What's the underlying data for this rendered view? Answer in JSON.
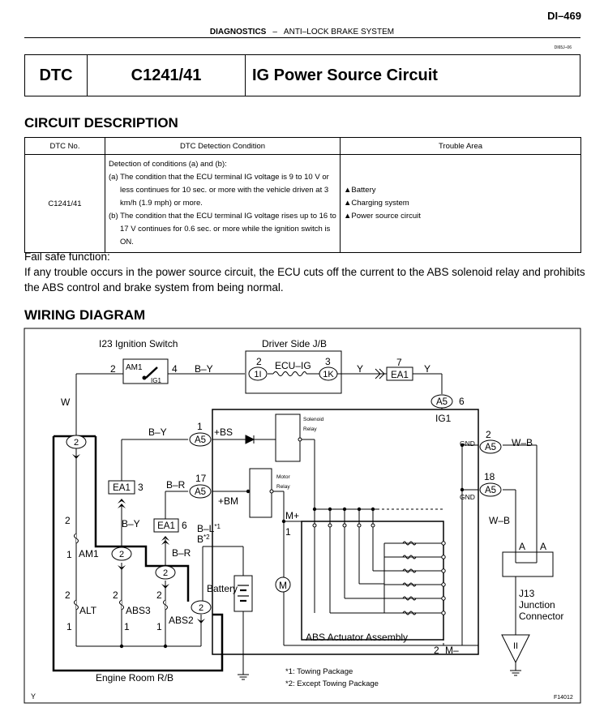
{
  "header": {
    "page_number": "DI–469",
    "section": "DIAGNOSTICS",
    "separator": "–",
    "subsection": "ANTI–LOCK BRAKE SYSTEM",
    "doc_id": "DI65J–06"
  },
  "dtc_box": {
    "label": "DTC",
    "code": "C1241/41",
    "title": "IG Power Source Circuit"
  },
  "circuit_description": {
    "heading": "CIRCUIT DESCRIPTION",
    "table": {
      "headers": [
        "DTC No.",
        "DTC Detection Condition",
        "Trouble Area"
      ],
      "dtc_no": "C1241/41",
      "condition_lines": [
        "Detection of conditions (a) and (b):",
        "(a) The condition that the ECU terminal IG voltage is 9 to 10 V or less continues for 10 sec. or more with the vehicle driven at 3 km/h (1.9 mph) or more.",
        "(b) The condition that the ECU terminal IG voltage rises up to 16 to 17 V continues for 0.6 sec. or more while the ignition switch is ON."
      ],
      "trouble_areas": [
        "Battery",
        "Charging system",
        "Power source circuit"
      ]
    },
    "fail_safe_title": "Fail safe function:",
    "fail_safe_text": "If any trouble occurs in the power source circuit, the ECU cuts off the current to the ABS solenoid relay and prohibits the ABS control and brake system from being normal."
  },
  "wiring_diagram": {
    "heading": "WIRING DIAGRAM",
    "labels": {
      "ignition_switch": "I23 Ignition Switch",
      "am1_sw": "AM1",
      "ig1_sw": "IG1",
      "pin2": "2",
      "pin4": "4",
      "w": "W",
      "by": "B–Y",
      "br": "B–R",
      "y": "Y",
      "driver_jb": "Driver Side J/B",
      "ecu_ig": "ECU–IG",
      "jb_1i": "1I",
      "jb_1k": "1K",
      "pin3": "3",
      "pin7": "7",
      "ea1": "EA1",
      "a5": "A5",
      "pin6": "6",
      "ig1": "IG1",
      "pin1": "1",
      "bs": "+BS",
      "pin17": "17",
      "bm": "+BM",
      "solenoid_relay_1": "Solenoid",
      "solenoid_relay_2": "Relay",
      "motor_relay_1": "Motor",
      "motor_relay_2": "Relay",
      "mplus": "M+",
      "mminus": "M–",
      "gnd": "GND",
      "wb": "W–B",
      "pin18": "18",
      "a": "A",
      "j13": "J13",
      "junction": "Junction",
      "connector": "Connector",
      "battery": "Battery",
      "am1_fuse": "AM1",
      "alt": "ALT",
      "abs3": "ABS3",
      "abs2": "ABS2",
      "engine_rb": "Engine Room R/B",
      "abs_assembly": "ABS Actuator Assembly",
      "bl": "B–L",
      "b": "B",
      "star1": "*1",
      "star2": "*2",
      "note1": "*1: Towing Package",
      "note2": "*2: Except Towing Package",
      "ground_ii": "II",
      "corner_y": "Y",
      "fig_id": "F14012",
      "pin_m": "M"
    }
  }
}
